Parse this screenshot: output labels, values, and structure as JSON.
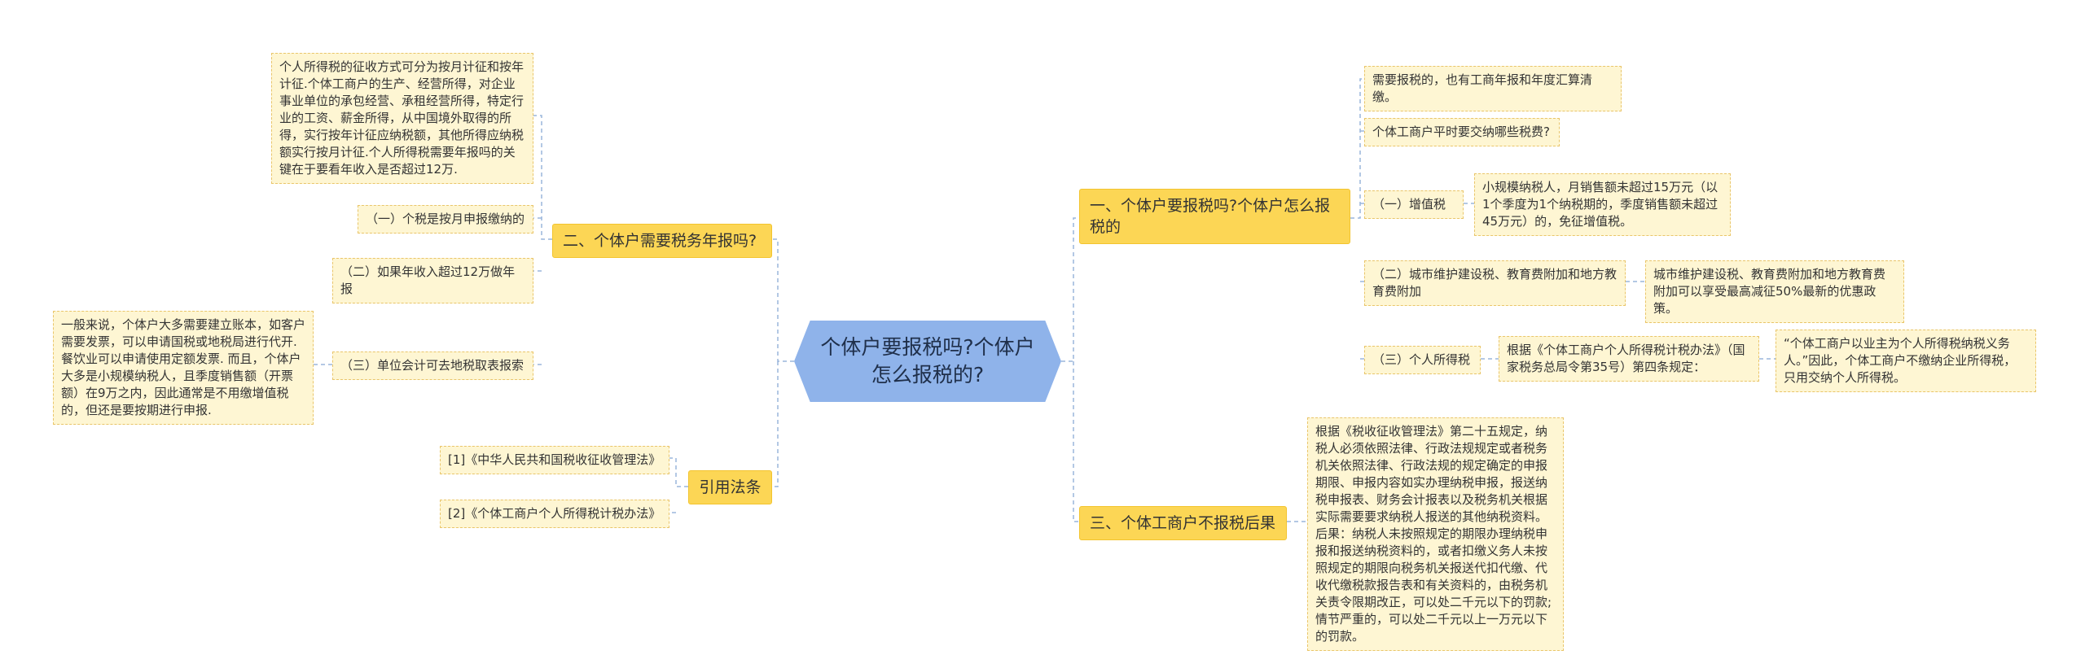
{
  "root": "个体户要报税吗?个体户怎么报税的?",
  "left": {
    "b2": {
      "title": "二、个体户需要税务年报吗?",
      "note": "个人所得税的征收方式可分为按月计征和按年计征.个体工商户的生产、经营所得，对企业事业单位的承包经营、承租经营所得，特定行业的工资、薪金所得，从中国境外取得的所得，实行按年计征应纳税额，其他所得应纳税额实行按月计征.个人所得税需要年报吗的关键在于要看年收入是否超过12万.",
      "i1": "（一）个税是按月申报缴纳的",
      "i2": "（二）如果年收入超过12万做年报",
      "i3": "（三）单位会计可去地税取表报索",
      "i3_note": "一般来说，个体户大多需要建立账本，如客户需要发票，可以申请国税或地税局进行代开.餐饮业可以申请使用定额发票. 而且，个体户大多是小规模纳税人，且季度销售额（开票额）在9万之内，因此通常是不用缴增值税的，但还是要按期进行申报."
    },
    "refs": {
      "title": "引用法条",
      "r1": "[1]《中华人民共和国税收征收管理法》",
      "r2": "[2]《个体工商户个人所得税计税办法》"
    }
  },
  "right": {
    "b1": {
      "title": "一、个体户要报税吗?个体户怎么报税的",
      "l1": "需要报税的，也有工商年报和年度汇算清缴。",
      "l2": "个体工商户平时要交纳哪些税费?",
      "l3": "（一）增值税",
      "l3_note": "小规模纳税人，月销售额未超过15万元（以1个季度为1个纳税期的，季度销售额未超过45万元）的，免征增值税。",
      "l4": "（二）城市维护建设税、教育费附加和地方教育费附加",
      "l4_note": "城市维护建设税、教育费附加和地方教育费附加可以享受最高减征50%最新的优惠政策。",
      "l5": "（三）个人所得税",
      "l5_mid": "根据《个体工商户个人所得税计税办法》（国家税务总局令第35号）第四条规定：",
      "l5_note": "“个体工商户以业主为个人所得税纳税义务人。”因此，个体工商户不缴纳企业所得税，只用交纳个人所得税。"
    },
    "b3": {
      "title": "三、个体工商户不报税后果",
      "note": "根据《税收征收管理法》第二十五规定，纳税人必须依照法律、行政法规规定或者税务机关依照法律、行政法规的规定确定的申报期限、申报内容如实办理纳税申报，报送纳税申报表、财务会计报表以及税务机关根据实际需要要求纳税人报送的其他纳税资料。后果：纳税人未按照规定的期限办理纳税申报和报送纳税资料的，或者扣缴义务人未按照规定的期限向税务机关报送代扣代缴、代收代缴税款报告表和有关资料的，由税务机关责令限期改正，可以处二千元以下的罚款;情节严重的，可以处二千元以上一万元以下的罚款。"
    }
  },
  "colors": {
    "root": "#8fb3ea",
    "branch": "#fcd655",
    "leaf_bg": "#fef6d3",
    "leaf_border": "#e9c56a",
    "line": "#9ab6dc"
  }
}
